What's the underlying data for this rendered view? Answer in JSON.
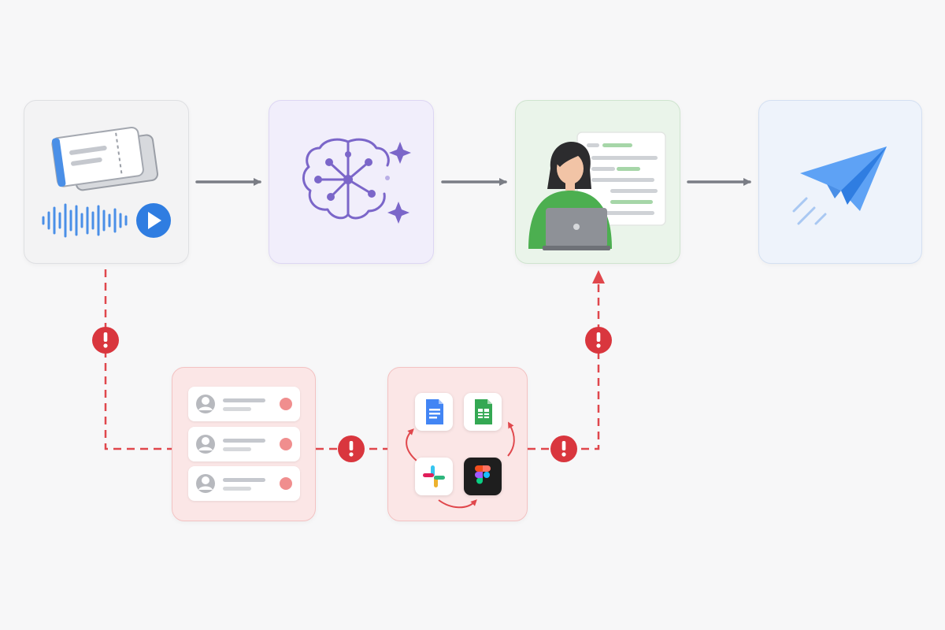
{
  "diagram": {
    "stages": [
      {
        "id": "input",
        "icon": "ticket-and-audio-icon",
        "color": "#4a8fe7"
      },
      {
        "id": "ai",
        "icon": "ai-brain-icon",
        "color": "#7b66c9"
      },
      {
        "id": "human-review",
        "icon": "person-with-laptop-icon",
        "color": "#4caf50"
      },
      {
        "id": "send",
        "icon": "paper-plane-icon",
        "color": "#3d8ef0"
      }
    ],
    "manual_path": {
      "steps": [
        {
          "id": "contact-list",
          "icon": "contact-list-icon"
        },
        {
          "id": "app-switching",
          "icons": [
            "google-docs-icon",
            "google-sheets-icon",
            "slack-icon",
            "figma-icon"
          ]
        }
      ],
      "warning_icon": "exclamation-alert-icon",
      "warning_color": "#d9363e",
      "path_color": "#e0474c"
    },
    "colors": {
      "arrow": "#7a7d85",
      "input_bg": "#f3f3f4",
      "ai_bg": "#f1eefb",
      "review_bg": "#eaf4ea",
      "send_bg": "#eef3fb",
      "manual_bg": "#fbe6e6"
    }
  }
}
